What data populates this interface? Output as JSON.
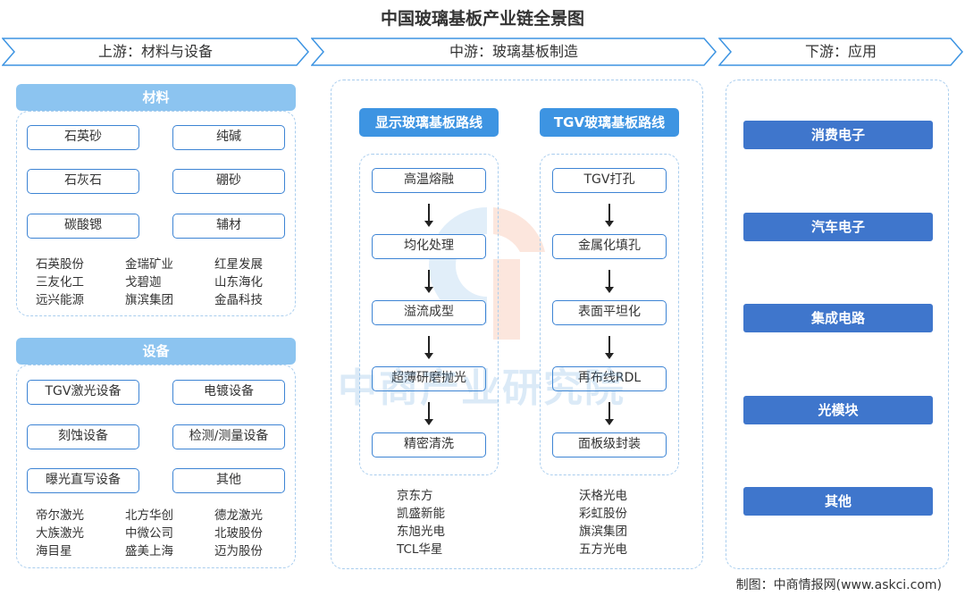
{
  "title": "中国玻璃基板产业链全景图",
  "headers": {
    "upstream": "上游：材料与设备",
    "midstream": "中游：玻璃基板制造",
    "downstream": "下游：应用"
  },
  "materials": {
    "heading": "材料",
    "items": [
      "石英砂",
      "纯碱",
      "石灰石",
      "硼砂",
      "碳酸锶",
      "辅材"
    ],
    "companies": [
      "石英股份",
      "金瑞矿业",
      "红星发展",
      "三友化工",
      "戈碧迦",
      "山东海化",
      "远兴能源",
      "旗滨集团",
      "金晶科技"
    ]
  },
  "equipment": {
    "heading": "设备",
    "items": [
      "TGV激光设备",
      "电镀设备",
      "刻蚀设备",
      "检测/测量设备",
      "曝光直写设备",
      "其他"
    ],
    "companies": [
      "帝尔激光",
      "北方华创",
      "德龙激光",
      "大族激光",
      "中微公司",
      "北玻股份",
      "海目星",
      "盛美上海",
      "迈为股份"
    ]
  },
  "display_route": {
    "heading": "显示玻璃基板路线",
    "steps": [
      "高温熔融",
      "均化处理",
      "溢流成型",
      "超薄研磨抛光",
      "精密清洗"
    ],
    "companies": [
      "京东方",
      "凯盛新能",
      "东旭光电",
      "TCL华星"
    ]
  },
  "tgv_route": {
    "heading": "TGV玻璃基板路线",
    "steps": [
      "TGV打孔",
      "金属化填孔",
      "表面平坦化",
      "再布线RDL",
      "面板级封装"
    ],
    "companies": [
      "沃格光电",
      "彩虹股份",
      "旗滨集团",
      "五方光电"
    ]
  },
  "applications": [
    "消费电子",
    "汽车电子",
    "集成电路",
    "光模块",
    "其他"
  ],
  "watermark": "中商产业研究院",
  "footer": "制图：中商情报网(www.askci.com)",
  "colors": {
    "chevron_border": "#3d94e2",
    "section_head": "#8cc4f0",
    "route_head": "#3d94e2",
    "box_border": "#3d84d4",
    "app_fill": "#3f76cc",
    "panel_border": "#a9cdee"
  }
}
